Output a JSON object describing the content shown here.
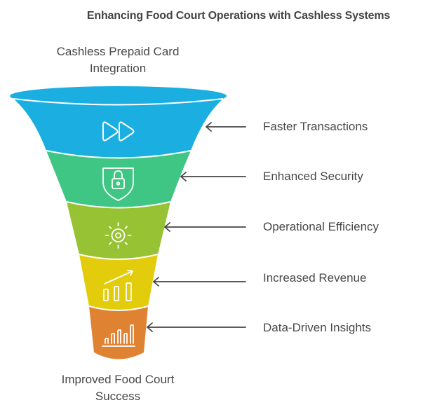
{
  "title": "Enhancing Food Court Operations with Cashless Systems",
  "top_label": {
    "line1": "Cashless Prepaid Card",
    "line2": "Integration"
  },
  "bottom_label": {
    "line1": "Improved Food Court",
    "line2": "Success"
  },
  "stages": [
    {
      "label": "Faster Transactions",
      "icon": "fast-forward-icon",
      "color": "#1AAFE0"
    },
    {
      "label": "Enhanced Security",
      "icon": "shield-lock-icon",
      "color": "#40C684"
    },
    {
      "label": "Operational Efficiency",
      "icon": "gear-sun-icon",
      "color": "#97C234"
    },
    {
      "label": "Increased Revenue",
      "icon": "growth-chart-icon",
      "color": "#E2CC0C"
    },
    {
      "label": "Data-Driven Insights",
      "icon": "bar-chart-icon",
      "color": "#DF8232"
    }
  ],
  "colors": {
    "text": "#484848",
    "arrow": "#444444",
    "separator": "#ffffff"
  }
}
